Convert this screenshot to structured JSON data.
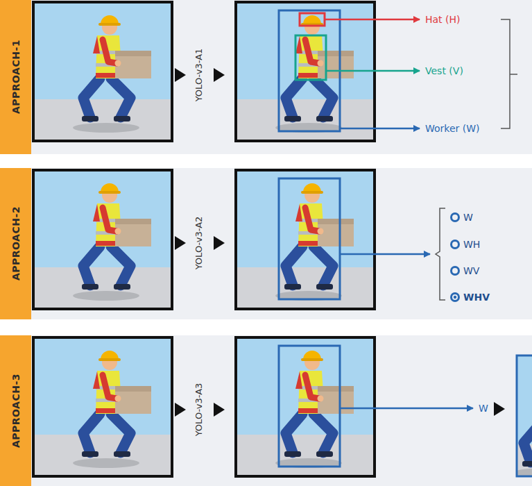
{
  "diagram": {
    "nodes": [
      {
        "text": [
          "APPROACH-1"
        ]
      },
      {
        "text": [
          "APPROACH-2"
        ]
      },
      {
        "text": [
          "APPROACH-3"
        ]
      }
    ],
    "labels": [
      "YOLO-v3-A1",
      "Hat (H)",
      "Vest (V)",
      "Worker (W)",
      "YOLO-v3-A2",
      "W",
      "WH",
      "WV",
      "WHV",
      "YOLO-v3-A3",
      "W"
    ]
  }
}
